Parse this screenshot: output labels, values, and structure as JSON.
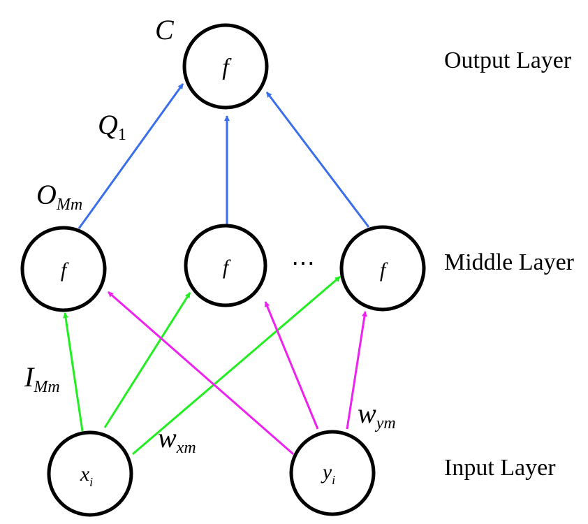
{
  "colors": {
    "output_edges": "#3A6EEA",
    "input_x_edges": "#22EE22",
    "input_y_edges": "#EE22EE",
    "node_stroke": "#000000"
  },
  "layers": {
    "output": "Output Layer",
    "middle": "Middle Layer",
    "input": "Input Layer"
  },
  "nodes": {
    "output": {
      "func": "f",
      "label": "C"
    },
    "middle": [
      {
        "func": "f"
      },
      {
        "func": "f"
      },
      {
        "func": "f"
      }
    ],
    "ellipsis": "⋯",
    "input_x": {
      "base": "x",
      "sub": "i"
    },
    "input_y": {
      "base": "y",
      "sub": "i"
    }
  },
  "edge_labels": {
    "q": {
      "base": "Q",
      "sub": "1"
    },
    "o": {
      "base": "O",
      "sub": "Mm"
    },
    "i": {
      "base": "I",
      "sub": "Mm"
    },
    "wx": {
      "base": "w",
      "sub": "xm"
    },
    "wy": {
      "base": "w",
      "sub": "ym"
    }
  }
}
